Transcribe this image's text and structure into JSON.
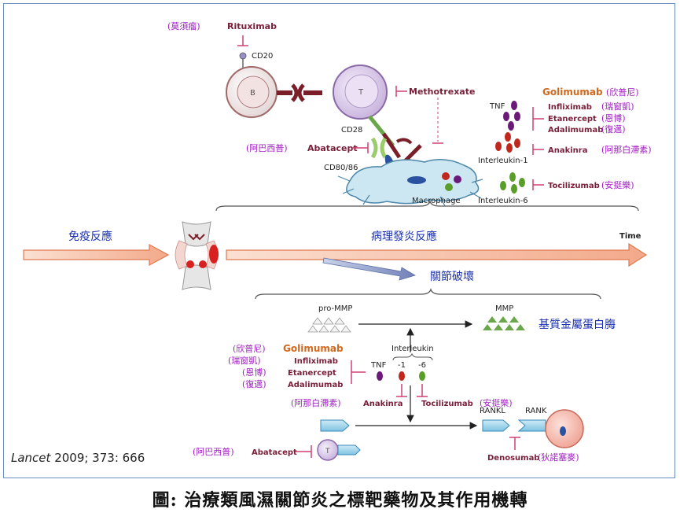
{
  "top": {
    "rituximab_cn": "(莫須瘤)",
    "rituximab": "Rituximab",
    "cd20": "CD20",
    "b_cell": "B",
    "t_cell": "T",
    "methotrexate": "Methotrexate",
    "cd28": "CD28",
    "abatacept_cn": "(阿巴西普)",
    "abatacept": "Abatacept",
    "cd80_86": "CD80/86",
    "macrophage": "Macrophage",
    "tnf": "TNF",
    "interleukin1": "Interleukin-1",
    "interleukin6": "Interleukin-6",
    "golimumab": "Golimumab",
    "golimumab_cn": "(欣普尼)",
    "infliximab": "Infliximab",
    "infliximab_cn": "(瑞窗凱)",
    "etanercept": "Etanercept",
    "etanercept_cn": "(恩博)",
    "adalimumab": "Adalimumab",
    "adalimumab_cn": "(復邁)",
    "anakinra": "Anakinra",
    "anakinra_cn": "(阿那白滯素)",
    "tocilizumab": "Tocilizumab",
    "tocilizumab_cn": "(安挺樂)"
  },
  "middle": {
    "immune_response": "免疫反應",
    "pathological_inflammation": "病理發炎反應",
    "time": "Time",
    "joint_destruction": "關節破壞"
  },
  "bottom": {
    "pro_mmp": "pro-MMP",
    "mmp": "MMP",
    "mmp_cn": "基質金屬蛋白脢",
    "interleukin": "Interleukin",
    "tnf": "TNF",
    "il1": "-1",
    "il6": "-6",
    "golimumab_cn": "(欣普尼)",
    "golimumab": "Golimumab",
    "infliximab_cn": "(瑞窗凱)",
    "infliximab": "Infliximab",
    "etanercept_cn": "(恩博)",
    "etanercept": "Etanercept",
    "adalimumab_cn": "(復邁)",
    "adalimumab": "Adalimumab",
    "anakinra_cn": "(阿那白滯素)",
    "anakinra": "Anakinra",
    "tocilizumab": "Tocilizumab",
    "tocilizumab_cn": "(安挺樂)",
    "rankl": "RANKL",
    "rank": "RANK",
    "abatacept_cn": "(阿巴西普)",
    "abatacept": "Abatacept",
    "t_cell": "T",
    "denosumab": "Denosumab",
    "denosumab_cn": "(狄諾塞麥)"
  },
  "citation": {
    "journal": "Lancet",
    "rest": " 2009; 373: 666"
  },
  "caption": "圖: 治療類風濕關節炎之標靶藥物及其作用機轉",
  "colors": {
    "drug_label": "#7a1f3a",
    "chinese_label": "#a020c0",
    "golimumab": "#d2691e",
    "section_title": "#1a2fb0",
    "arrow_fill": "#f6c3a8",
    "arrow_stroke": "#e07a50",
    "inhibitor": "#d04070",
    "receptor": "#7a1f2a",
    "tnf_dot": "#6b1a7a",
    "il1_dot": "#c0281e",
    "il6_dot": "#5a9e2a"
  }
}
